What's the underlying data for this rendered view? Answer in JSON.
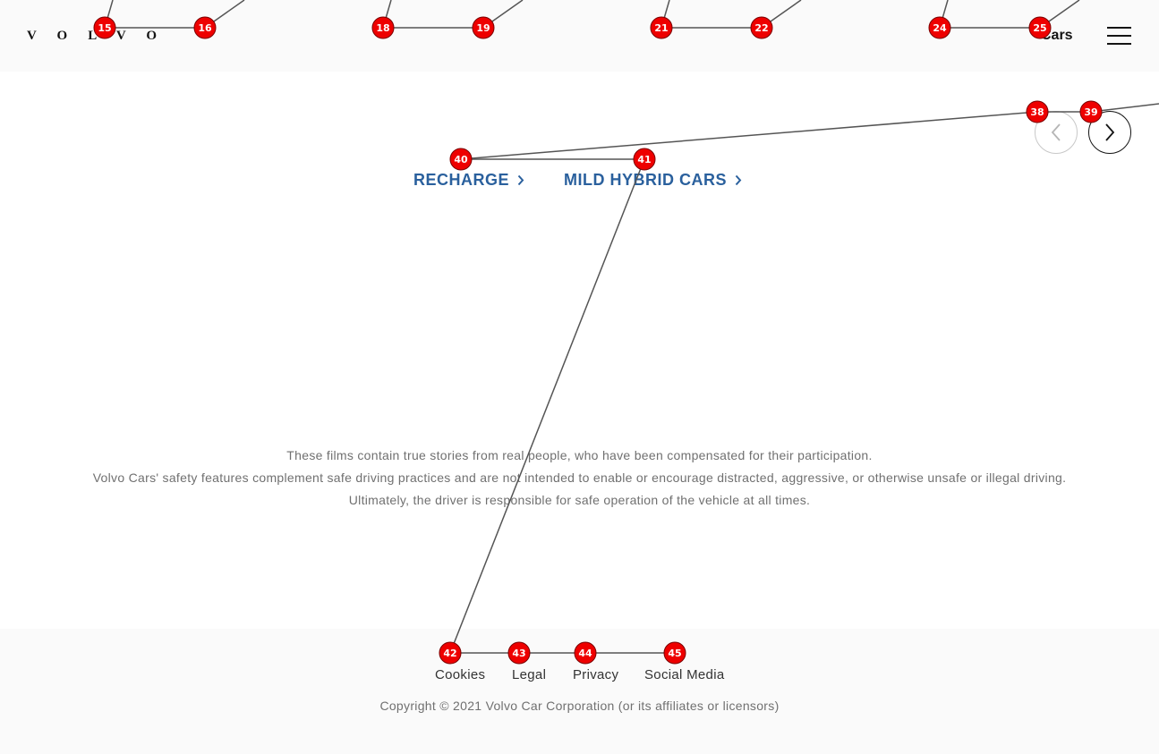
{
  "header": {
    "logo": "VOLVO",
    "nav_cars": "Cars",
    "menu_icon": "hamburger-menu-icon"
  },
  "carousel": {
    "prev_icon": "chevron-left-icon",
    "next_icon": "chevron-right-icon"
  },
  "links": [
    {
      "label": "RECHARGE",
      "icon": "chevron-right-icon"
    },
    {
      "label": "MILD HYBRID CARS",
      "icon": "chevron-right-icon"
    }
  ],
  "disclaimer": {
    "line1": "These films contain true stories from real people, who have been compensated for their participation.",
    "line2": "Volvo Cars' safety features complement safe driving practices and are not intended to enable or encourage distracted, aggressive, or otherwise unsafe or illegal driving.",
    "line3": "Ultimately, the driver is responsible for safe operation of the vehicle at all times."
  },
  "footer": {
    "links": [
      "Cookies",
      "Legal",
      "Privacy",
      "Social Media"
    ],
    "copyright": "Copyright © 2021 Volvo Car Corporation (or its affiliates or licensors)"
  },
  "markers": {
    "labels": [
      "15",
      "16",
      "18",
      "19",
      "21",
      "22",
      "24",
      "25",
      "38",
      "39",
      "40",
      "41",
      "42",
      "43",
      "44",
      "45"
    ],
    "color": "#ee0000"
  },
  "colors": {
    "link_blue": "#2a609d",
    "header_bg": "#fafafa",
    "text_grey": "#707070"
  }
}
